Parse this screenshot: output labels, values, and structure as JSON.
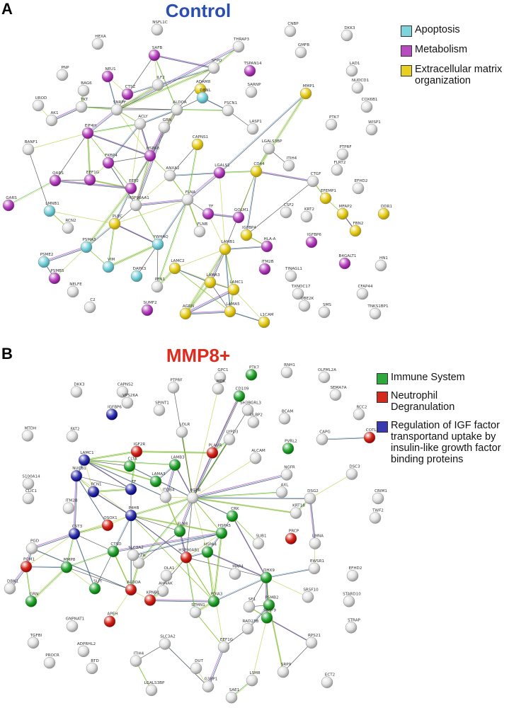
{
  "panel_a": {
    "letter": "A",
    "title": "Control",
    "title_color": "#2a4fb0",
    "legend": [
      {
        "label": "Apoptosis",
        "color": "#7fd3dc"
      },
      {
        "label": "Metabolism",
        "color": "#b84bc0"
      },
      {
        "label": "Extracellular matrix organization",
        "color": "#e8d020"
      }
    ],
    "nodes": [
      "NSFL1C",
      "CNBP",
      "HEXA",
      "SAFB",
      "THRAP3",
      "DKK3",
      "GMFB",
      "PNP",
      "NEU1",
      "SFPQ",
      "TSPAN14",
      "BAG6",
      "ADAM8",
      "LAD1",
      "NUDCD1",
      "UROD",
      "TKT",
      "CTSZ",
      "ILF2",
      "DBNL",
      "SARNP",
      "MMP1",
      "COX6B1",
      "AK1",
      "SNRPF",
      "ALDOA",
      "FSCN1",
      "PTK7",
      "WISP1",
      "ACLY",
      "GRN",
      "LASP1",
      "BANF1",
      "EIF4H",
      "CAPNS1",
      "LGALS3BP",
      "PTPRF",
      "FLRT2",
      "HSPA8",
      "ITIH4",
      "FKBP4",
      "EEF1G",
      "ANXA2",
      "LGALS1",
      "CD44",
      "CTGF",
      "EFEMP1",
      "EFHD2",
      "QARS",
      "EEF2",
      "DDR1",
      "LMNB1",
      "HSP90AA1",
      "FLNA",
      "TF",
      "GOLM1",
      "CSF2",
      "KRT2",
      "MFAP2",
      "GARS",
      "RCN2",
      "PLEC",
      "FLNB",
      "FBN2",
      "IGFBP4",
      "IGFBP6",
      "YWHAQ",
      "LAMB1",
      "HLA-A",
      "PSMA3",
      "PSME2",
      "DAPK3",
      "VIM",
      "LAMC2",
      "PFN1",
      "LAMA3",
      "LAMC1",
      "ITM2B",
      "TINAGL1",
      "B4GALT1",
      "HN1",
      "PSMB5",
      "TXNDC17",
      "CFAP44",
      "NELFE",
      "LAMA5",
      "UBE2K",
      "SMS",
      "TNKS1BP1",
      "C2",
      "SUMF2",
      "AGRN",
      "L1CAM"
    ]
  },
  "panel_b": {
    "letter": "B",
    "title": "MMP8+",
    "title_color": "#e02a1e",
    "legend": [
      {
        "label": "Immune System",
        "color": "#2fa83c"
      },
      {
        "label": "Neutrophil Degranulation",
        "color": "#d42a1e"
      },
      {
        "label": "Regulation of IGF factor transportand uptake by insulin-like growth factor binding proteins",
        "color": "#3a3ab0"
      }
    ],
    "nodes": [
      "PTK7",
      "RNH1",
      "OLFML2A",
      "GPC1",
      "DKK3",
      "CAPNS2",
      "PTPRF",
      "MDK",
      "CD109",
      "SEMA7A",
      "VPS26A",
      "SH3BGRL3",
      "RCC2",
      "IGFBP6",
      "SPINT1",
      "ULBP2",
      "BCAM",
      "MTDH",
      "FAT2",
      "LDLR",
      "LYPD3",
      "CAPG",
      "COTL1",
      "IGF2R",
      "PLAUR",
      "PVRL2",
      "LAMC1",
      "ALCAM",
      "CLTA",
      "LAMB3",
      "NGFR",
      "DSC3",
      "S100A14",
      "NUCB1",
      "LAMA3",
      "TF",
      "AXL",
      "DSG2",
      "CRIM1",
      "CLIC1",
      "RCN1",
      "ITGB4",
      "EGFR",
      "ITM2B",
      "KRT18",
      "P4HB",
      "CRK",
      "TWF2",
      "QSOX1",
      "PRCP",
      "CST3",
      "FLNB",
      "HSPA5",
      "SUB1",
      "LMNA",
      "PGD",
      "CTSD",
      "SLC3A2",
      "HSPA4",
      "PGM1",
      "MMP8",
      "EZR",
      "HSP90AB1",
      "EWSR1",
      "OLA1",
      "MAP4",
      "DHX9",
      "EFHD2",
      "DBN1",
      "SLPI",
      "ALDOA",
      "AHNAK",
      "KPNB1",
      "SRSF10",
      "PDIA3",
      "STARD10",
      "GRN",
      "SF1",
      "PSMB2",
      "SRSF9",
      "STMN1",
      "APEH",
      "GNPNAT1",
      "RAD23B",
      "STRAP",
      "RPS21",
      "TGFBI",
      "SLC3A2",
      "EEF1G",
      "ADPRHL2",
      "PROCR",
      "ITIH4",
      "DUT",
      "BTD",
      "SRP9",
      "ECT2",
      "LSM8",
      "G3BP1",
      "LGALS3BP",
      "SAE1"
    ]
  }
}
